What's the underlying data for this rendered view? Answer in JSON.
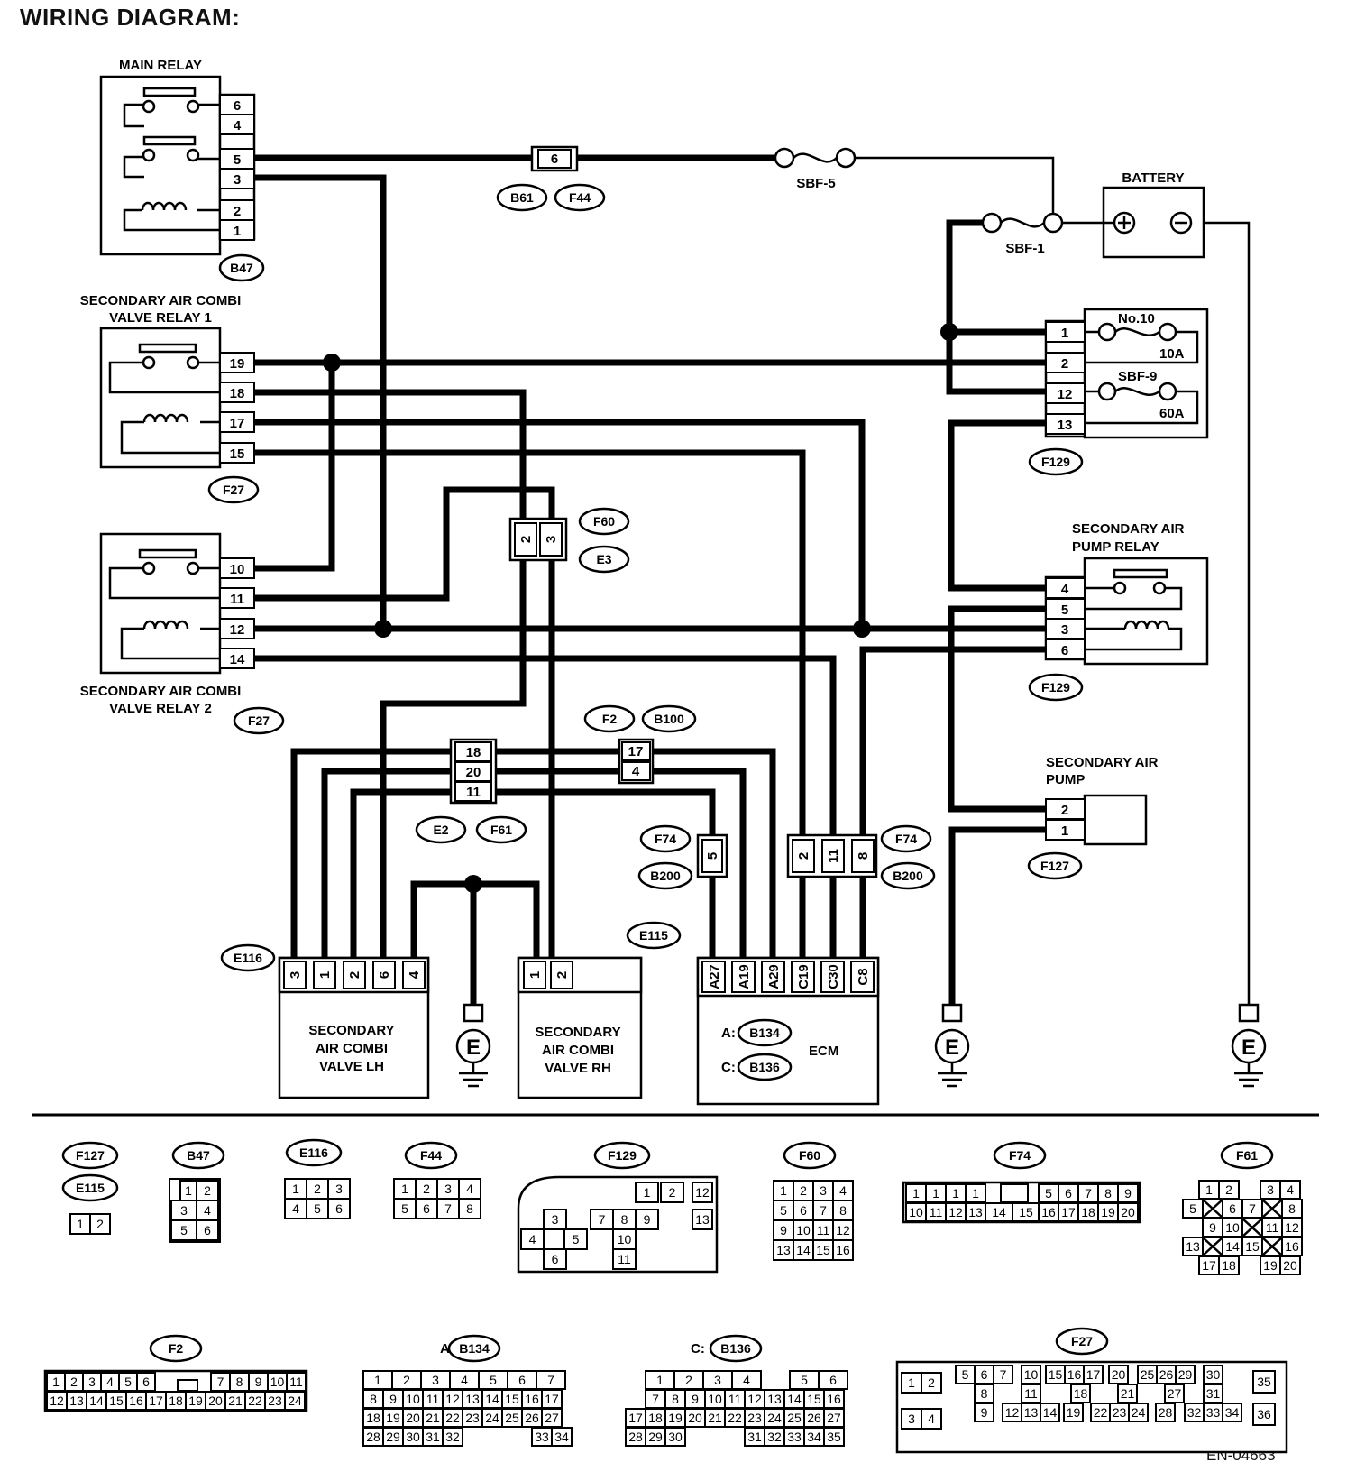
{
  "title": "WIRING DIAGRAM:",
  "doc_code": "EN-04663",
  "components": {
    "main_relay": "MAIN RELAY",
    "battery": "BATTERY",
    "combi_relay_1": [
      "SECONDARY AIR COMBI",
      "VALVE RELAY 1"
    ],
    "combi_relay_2": [
      "SECONDARY AIR COMBI",
      "VALVE RELAY 2"
    ],
    "pump_relay": [
      "SECONDARY AIR",
      "PUMP RELAY"
    ],
    "pump": [
      "SECONDARY AIR",
      "PUMP"
    ],
    "valve_lh": [
      "SECONDARY",
      "AIR COMBI",
      "VALVE LH"
    ],
    "valve_rh": [
      "SECONDARY",
      "AIR COMBI",
      "VALVE RH"
    ],
    "ecm": "ECM",
    "ground": "E"
  },
  "fuses": {
    "sbf5": "SBF-5",
    "sbf1": "SBF-1",
    "no10": "No.10",
    "no10_rating": "10A",
    "sbf9": "SBF-9",
    "sbf9_rating": "60A"
  },
  "ecm_connectors": [
    {
      "prefix": "A:",
      "id": "B134"
    },
    {
      "prefix": "C:",
      "id": "B136"
    }
  ],
  "connector_tags": {
    "b47": "B47",
    "b61": "B61",
    "f44": "F44",
    "f27": "F27",
    "f129": "F129",
    "f60": "F60",
    "e3": "E3",
    "f2": "F2",
    "b100": "B100",
    "e2": "E2",
    "f61": "F61",
    "f74": "F74",
    "b200": "B200",
    "e115": "E115",
    "e116": "E116",
    "f127": "F127"
  },
  "pins": {
    "main_relay": [
      "6",
      "4",
      "5",
      "3",
      "2",
      "1"
    ],
    "relay1": [
      "19",
      "18",
      "17",
      "15"
    ],
    "relay2": [
      "10",
      "11",
      "12",
      "14"
    ],
    "f129_fuse": [
      "1",
      "2",
      "12",
      "13"
    ],
    "f129_pump_relay": [
      "4",
      "5",
      "3",
      "6"
    ],
    "pump": [
      "2",
      "1"
    ],
    "b61_f44": "6",
    "f60_e3": [
      "2",
      "3"
    ],
    "e2_f61": [
      "18",
      "20",
      "11"
    ],
    "f2_b100": [
      "17",
      "4"
    ],
    "f74_b200_single": "5",
    "f74_b200_triple": [
      "2",
      "11",
      "8"
    ],
    "valve_lh": [
      "3",
      "1",
      "2",
      "6",
      "4"
    ],
    "valve_rh": [
      "1",
      "2"
    ],
    "ecm": [
      "A27",
      "A19",
      "A29",
      "C19",
      "C30",
      "C8"
    ]
  },
  "connector_views": {
    "f127_e115": {
      "ids": [
        "F127",
        "E115"
      ],
      "rows": [
        [
          "1",
          "2"
        ]
      ]
    },
    "b47": {
      "id": "B47",
      "rows": [
        [
          "1",
          "2"
        ],
        [
          "3",
          "4"
        ],
        [
          "5",
          "6"
        ]
      ]
    },
    "e116": {
      "id": "E116",
      "rows": [
        [
          "1",
          "2",
          "3"
        ],
        [
          "4",
          "5",
          "6"
        ]
      ]
    },
    "f44": {
      "id": "F44",
      "rows": [
        [
          "1",
          "2",
          "3",
          "4"
        ],
        [
          "5",
          "6",
          "7",
          "8"
        ]
      ]
    },
    "f129": {
      "id": "F129",
      "pins": [
        "1",
        "2",
        "12",
        "3",
        "13",
        "7",
        "8",
        "9",
        "4",
        "5",
        "10",
        "6",
        "11"
      ]
    },
    "f60": {
      "id": "F60",
      "rows": [
        [
          "1",
          "2",
          "3",
          "4"
        ],
        [
          "5",
          "6",
          "7",
          "8"
        ],
        [
          "9",
          "10",
          "11",
          "12"
        ],
        [
          "13",
          "14",
          "15",
          "16"
        ]
      ]
    },
    "f74": {
      "id": "F74",
      "rows": [
        [
          "1",
          "1",
          "1",
          "1",
          "5",
          "6",
          "7",
          "8",
          "9"
        ],
        [
          "10",
          "11",
          "12",
          "13",
          "14",
          "15",
          "16",
          "17",
          "18",
          "19",
          "20"
        ]
      ]
    },
    "f61": {
      "id": "F61",
      "rows": [
        [
          "1",
          "2",
          "3",
          "4"
        ],
        [
          "5",
          "6",
          "7",
          "8"
        ],
        [
          "9",
          "10",
          "11",
          "12"
        ],
        [
          "13",
          "14",
          "15",
          "16"
        ],
        [
          "17",
          "18",
          "19",
          "20"
        ]
      ]
    },
    "f2": {
      "id": "F2",
      "rows": [
        [
          "1",
          "2",
          "3",
          "4",
          "5",
          "6",
          "7",
          "8",
          "9",
          "10",
          "11"
        ],
        [
          "12",
          "13",
          "14",
          "15",
          "16",
          "17",
          "18",
          "19",
          "20",
          "21",
          "22",
          "23",
          "24"
        ]
      ]
    },
    "b134": {
      "prefix": "A:",
      "id": "B134",
      "rows": [
        [
          "1",
          "2",
          "3",
          "4",
          "5",
          "6",
          "7"
        ],
        [
          "8",
          "9",
          "10",
          "11",
          "12",
          "13",
          "14",
          "15",
          "16",
          "17"
        ],
        [
          "18",
          "19",
          "20",
          "21",
          "22",
          "23",
          "24",
          "25",
          "26",
          "27"
        ],
        [
          "28",
          "29",
          "30",
          "31",
          "32",
          "33",
          "34"
        ]
      ]
    },
    "b136": {
      "prefix": "C:",
      "id": "B136",
      "rows": [
        [
          "1",
          "2",
          "3",
          "4",
          "5",
          "6"
        ],
        [
          "7",
          "8",
          "9",
          "10",
          "11",
          "12",
          "13",
          "14",
          "15",
          "16"
        ],
        [
          "17",
          "18",
          "19",
          "20",
          "21",
          "22",
          "23",
          "24",
          "25",
          "26",
          "27"
        ],
        [
          "28",
          "29",
          "30",
          "31",
          "32",
          "33",
          "34",
          "35"
        ]
      ]
    },
    "f27": {
      "id": "F27",
      "rows": [
        [
          "1",
          "2",
          "5",
          "6",
          "7",
          "10",
          "15",
          "16",
          "17",
          "20",
          "25",
          "26",
          "29",
          "30",
          "35"
        ],
        [
          "8",
          "11",
          "18",
          "21",
          "27",
          "31"
        ],
        [
          "3",
          "4",
          "9",
          "12",
          "13",
          "14",
          "19",
          "22",
          "23",
          "24",
          "28",
          "32",
          "33",
          "34",
          "36"
        ]
      ]
    }
  }
}
